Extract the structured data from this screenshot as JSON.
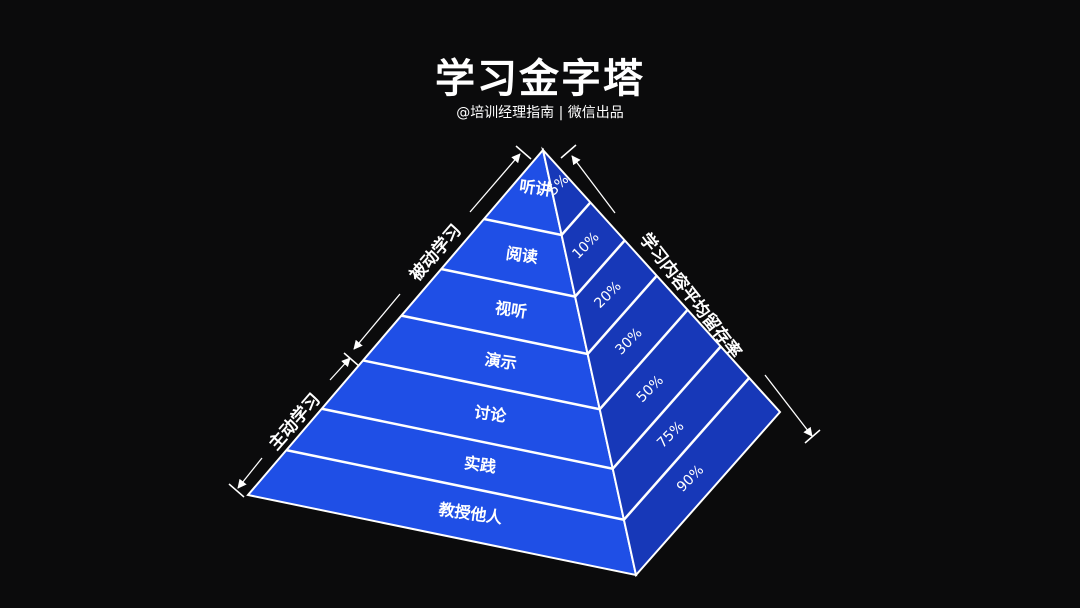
{
  "header": {
    "title": "学习金字塔",
    "subtitle": "@培训经理指南 | 微信出品"
  },
  "pyramid": {
    "levels": [
      {
        "method": "听讲",
        "retention": "5%"
      },
      {
        "method": "阅读",
        "retention": "10%"
      },
      {
        "method": "视听",
        "retention": "20%"
      },
      {
        "method": "演示",
        "retention": "30%"
      },
      {
        "method": "讨论",
        "retention": "50%"
      },
      {
        "method": "实践",
        "retention": "75%"
      },
      {
        "method": "教授他人",
        "retention": "90%"
      }
    ],
    "groups": {
      "passive": "被动学习",
      "active": "主动学习"
    },
    "right_label": "学习内容平均留存率"
  },
  "colors": {
    "background": "#0b0b0c",
    "front_face": "#1f4fe6",
    "side_face": "#1738b8",
    "line": "#ffffff"
  }
}
